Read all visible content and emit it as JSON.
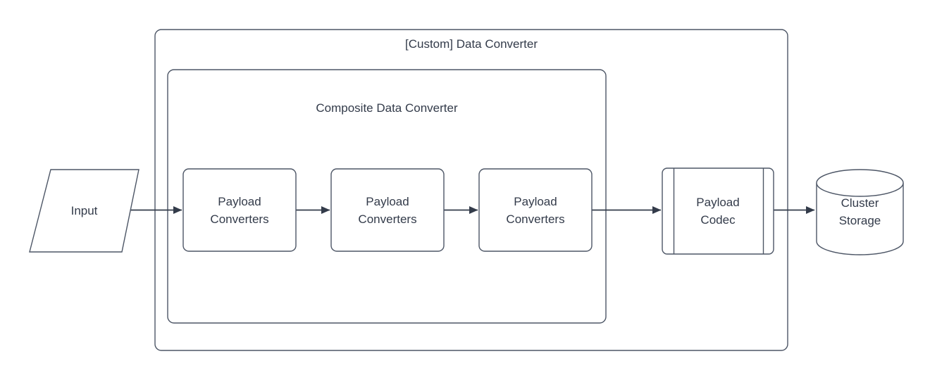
{
  "diagram": {
    "title": "[Custom] Data Converter",
    "outer_container": {
      "label": "[Custom] Data Converter",
      "shape": "rounded-rectangle"
    },
    "inner_container": {
      "label": "Composite Data Converter",
      "shape": "rounded-rectangle"
    },
    "input_node": {
      "label": "Input",
      "shape": "parallelogram"
    },
    "payload_converters": [
      {
        "label": "Payload Converters"
      },
      {
        "label": "Payload Converters"
      },
      {
        "label": "Payload Converters"
      }
    ],
    "payload_codec": {
      "label": "Payload Codec",
      "shape": "predefined-process"
    },
    "cluster_storage": {
      "label": "Cluster Storage",
      "shape": "cylinder"
    },
    "colors": {
      "border": "#4d5666",
      "arrow": "#333b4a",
      "text": "#333b4a",
      "fill": "#ffffff",
      "background": "#ffffff"
    }
  }
}
